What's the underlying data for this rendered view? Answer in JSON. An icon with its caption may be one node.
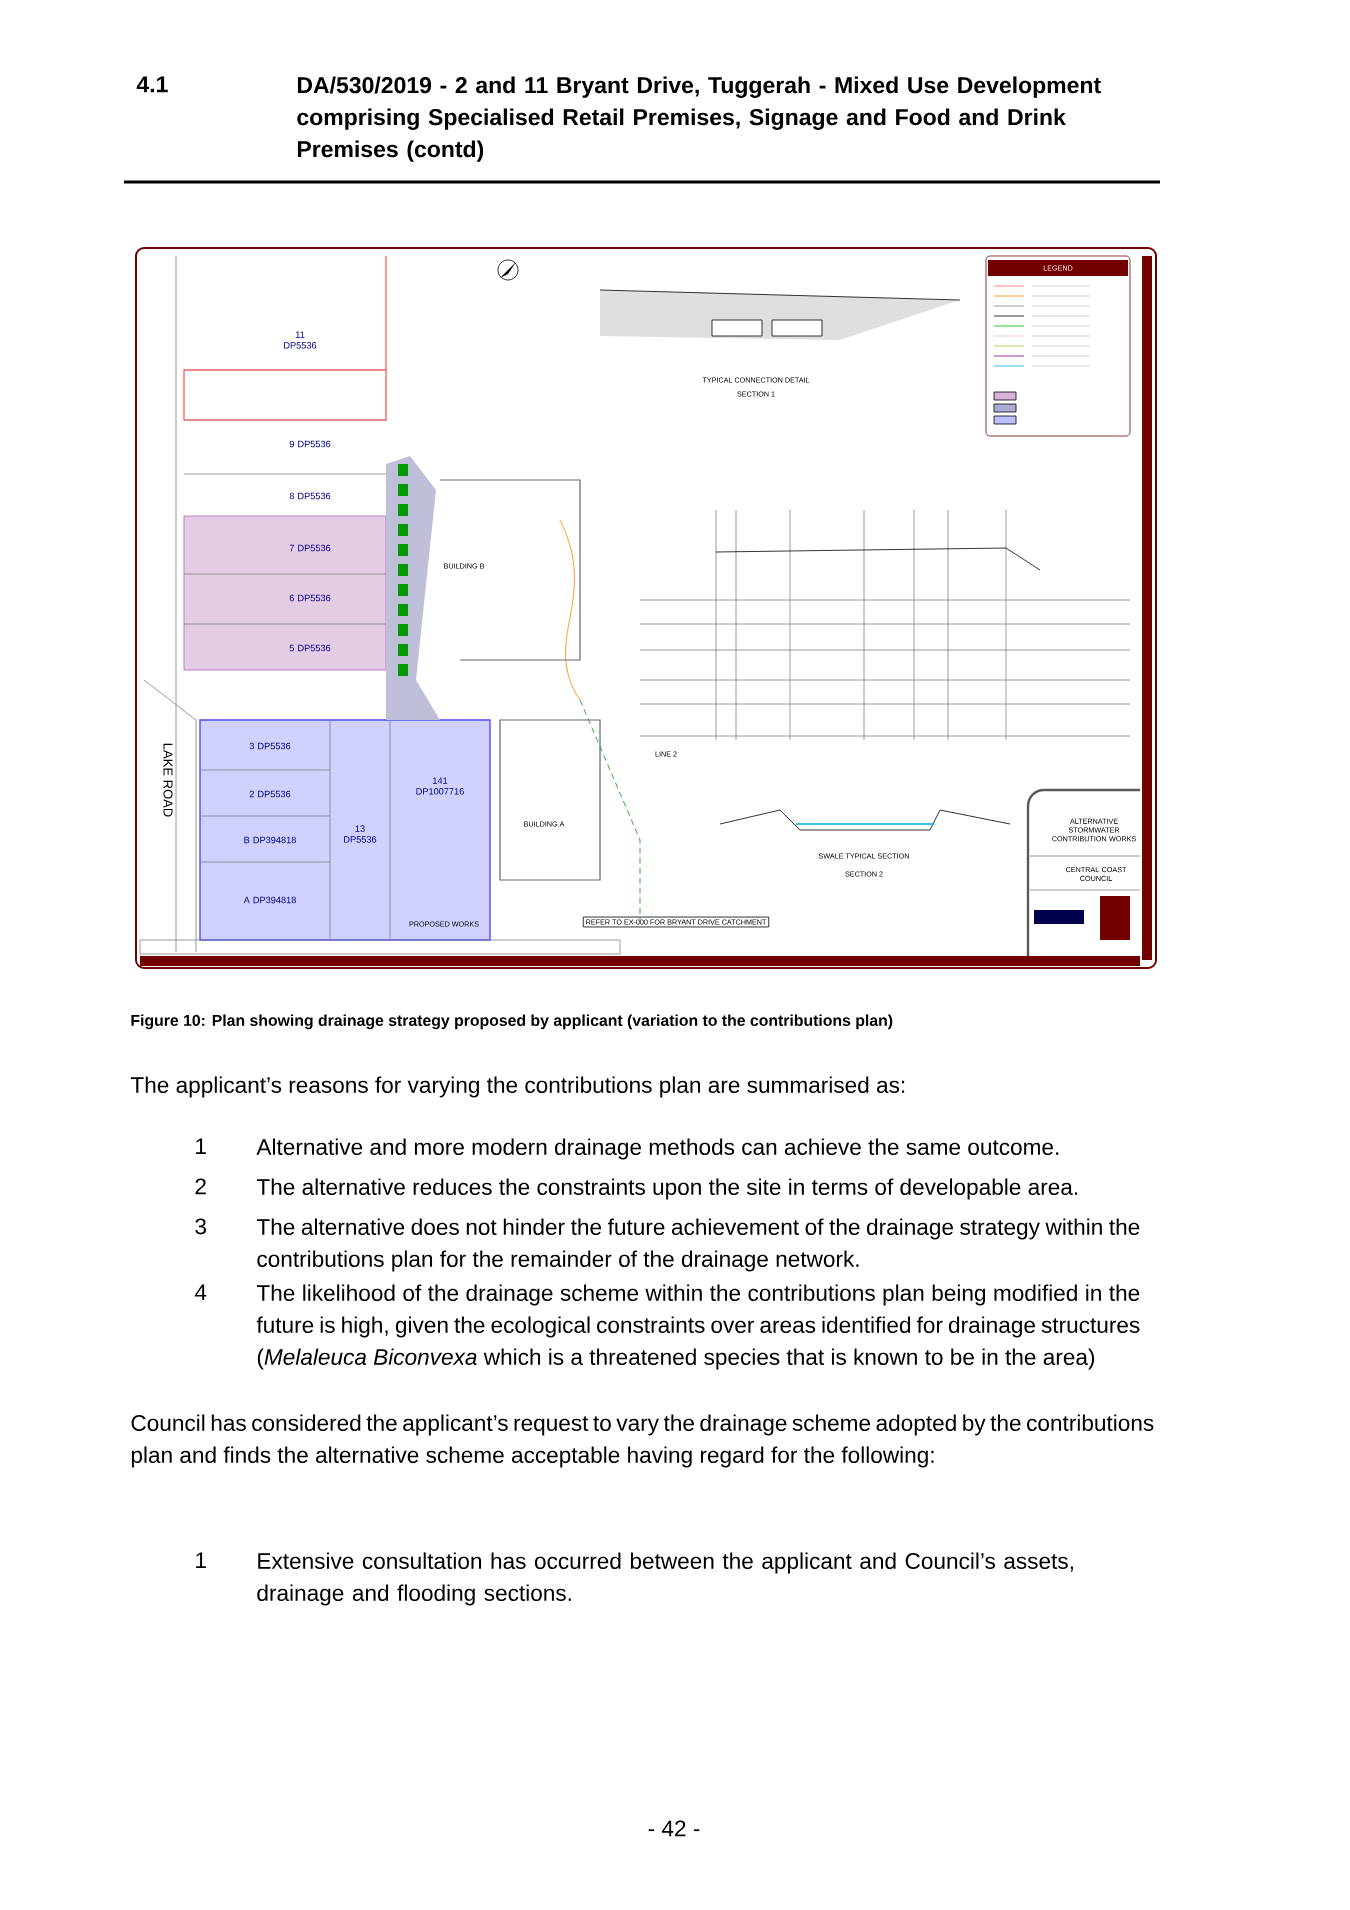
{
  "diagram": {
    "title": "DA/530/2019 - 2 and 11 Bryant Drive, Tuggerah - Mixed Use Development comprising Specialised Retail Premises, Signage and Food and Drink Premises (contd)",
    "caption": "Figure 10: Plan showing drainage strategy proposed by applicant (variation to the contributions plan)",
    "labels": [
      "4.1",
      "11 DP5536",
      "9 DP5536",
      "8 DP5536",
      "7 DP5536",
      "6 DP5536",
      "5 DP5536",
      "BUILDING B",
      "LAKE ROAD",
      "3 DP5536",
      "2 DP5536",
      "B DP394818",
      "A DP394818",
      "13 DP5536",
      "141 DP1007716",
      "BUILDING A",
      "PROPOSED WORKS",
      "TYPICAL CONNECTION DETAIL",
      "SECTION 1",
      "LEGEND",
      "LINE 2",
      "SWALE TYPICAL SECTION",
      "SECTION 2",
      "REFER TO EX-000 FOR BRYANT DRIVE CATCHMENT",
      "ALTERNATIVE STORMWATER CONTRIBUTION WORKS",
      "CENTRAL COAST COUNCIL",
      "The applicant’s reasons for varying the contributions plan are summarised as:",
      "1",
      "Alternative and more modern drainage methods can achieve the same outcome.",
      "2",
      "The alternative reduces the constraints upon the site in terms of developable area.",
      "3",
      "The alternative does not hinder the future achievement of the drainage strategy within the contributions plan for the remainder of the drainage network.",
      "4",
      "The likelihood of the drainage scheme within the contributions plan being modified in the future is high, given the ecological constraints over areas identified for drainage structures (*Melaleuca Biconvexa* which is a threatened species that is known to be in the area)",
      "Council has considered the applicant’s request to vary the drainage scheme adopted by the contributions plan and finds the alternative scheme acceptable having regard for the following:",
      "1",
      "Extensive consultation has occurred between the applicant and Council’s assets, drainage and flooding sections.",
      "- 42 -"
    ]
  }
}
